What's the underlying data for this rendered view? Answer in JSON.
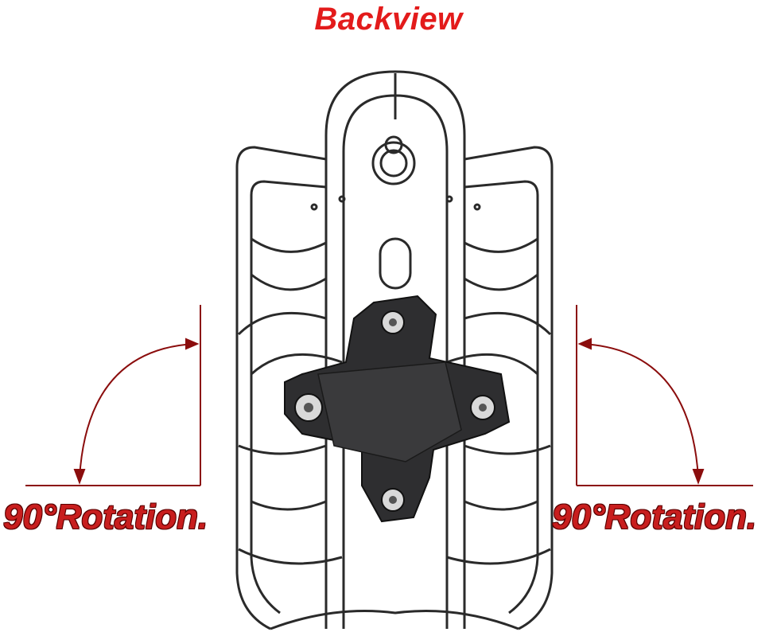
{
  "title": "Backview",
  "rotation_left_label": "90°Rotation.",
  "rotation_right_label": "90°Rotation.",
  "colors": {
    "title": "#e31b1b",
    "rotation_text": "#c81e1e",
    "text_outline": "#5a0000",
    "arrow": "#8b0d0d",
    "line_art": "#2a2a2a",
    "mount_plate": "#2e2e30"
  }
}
